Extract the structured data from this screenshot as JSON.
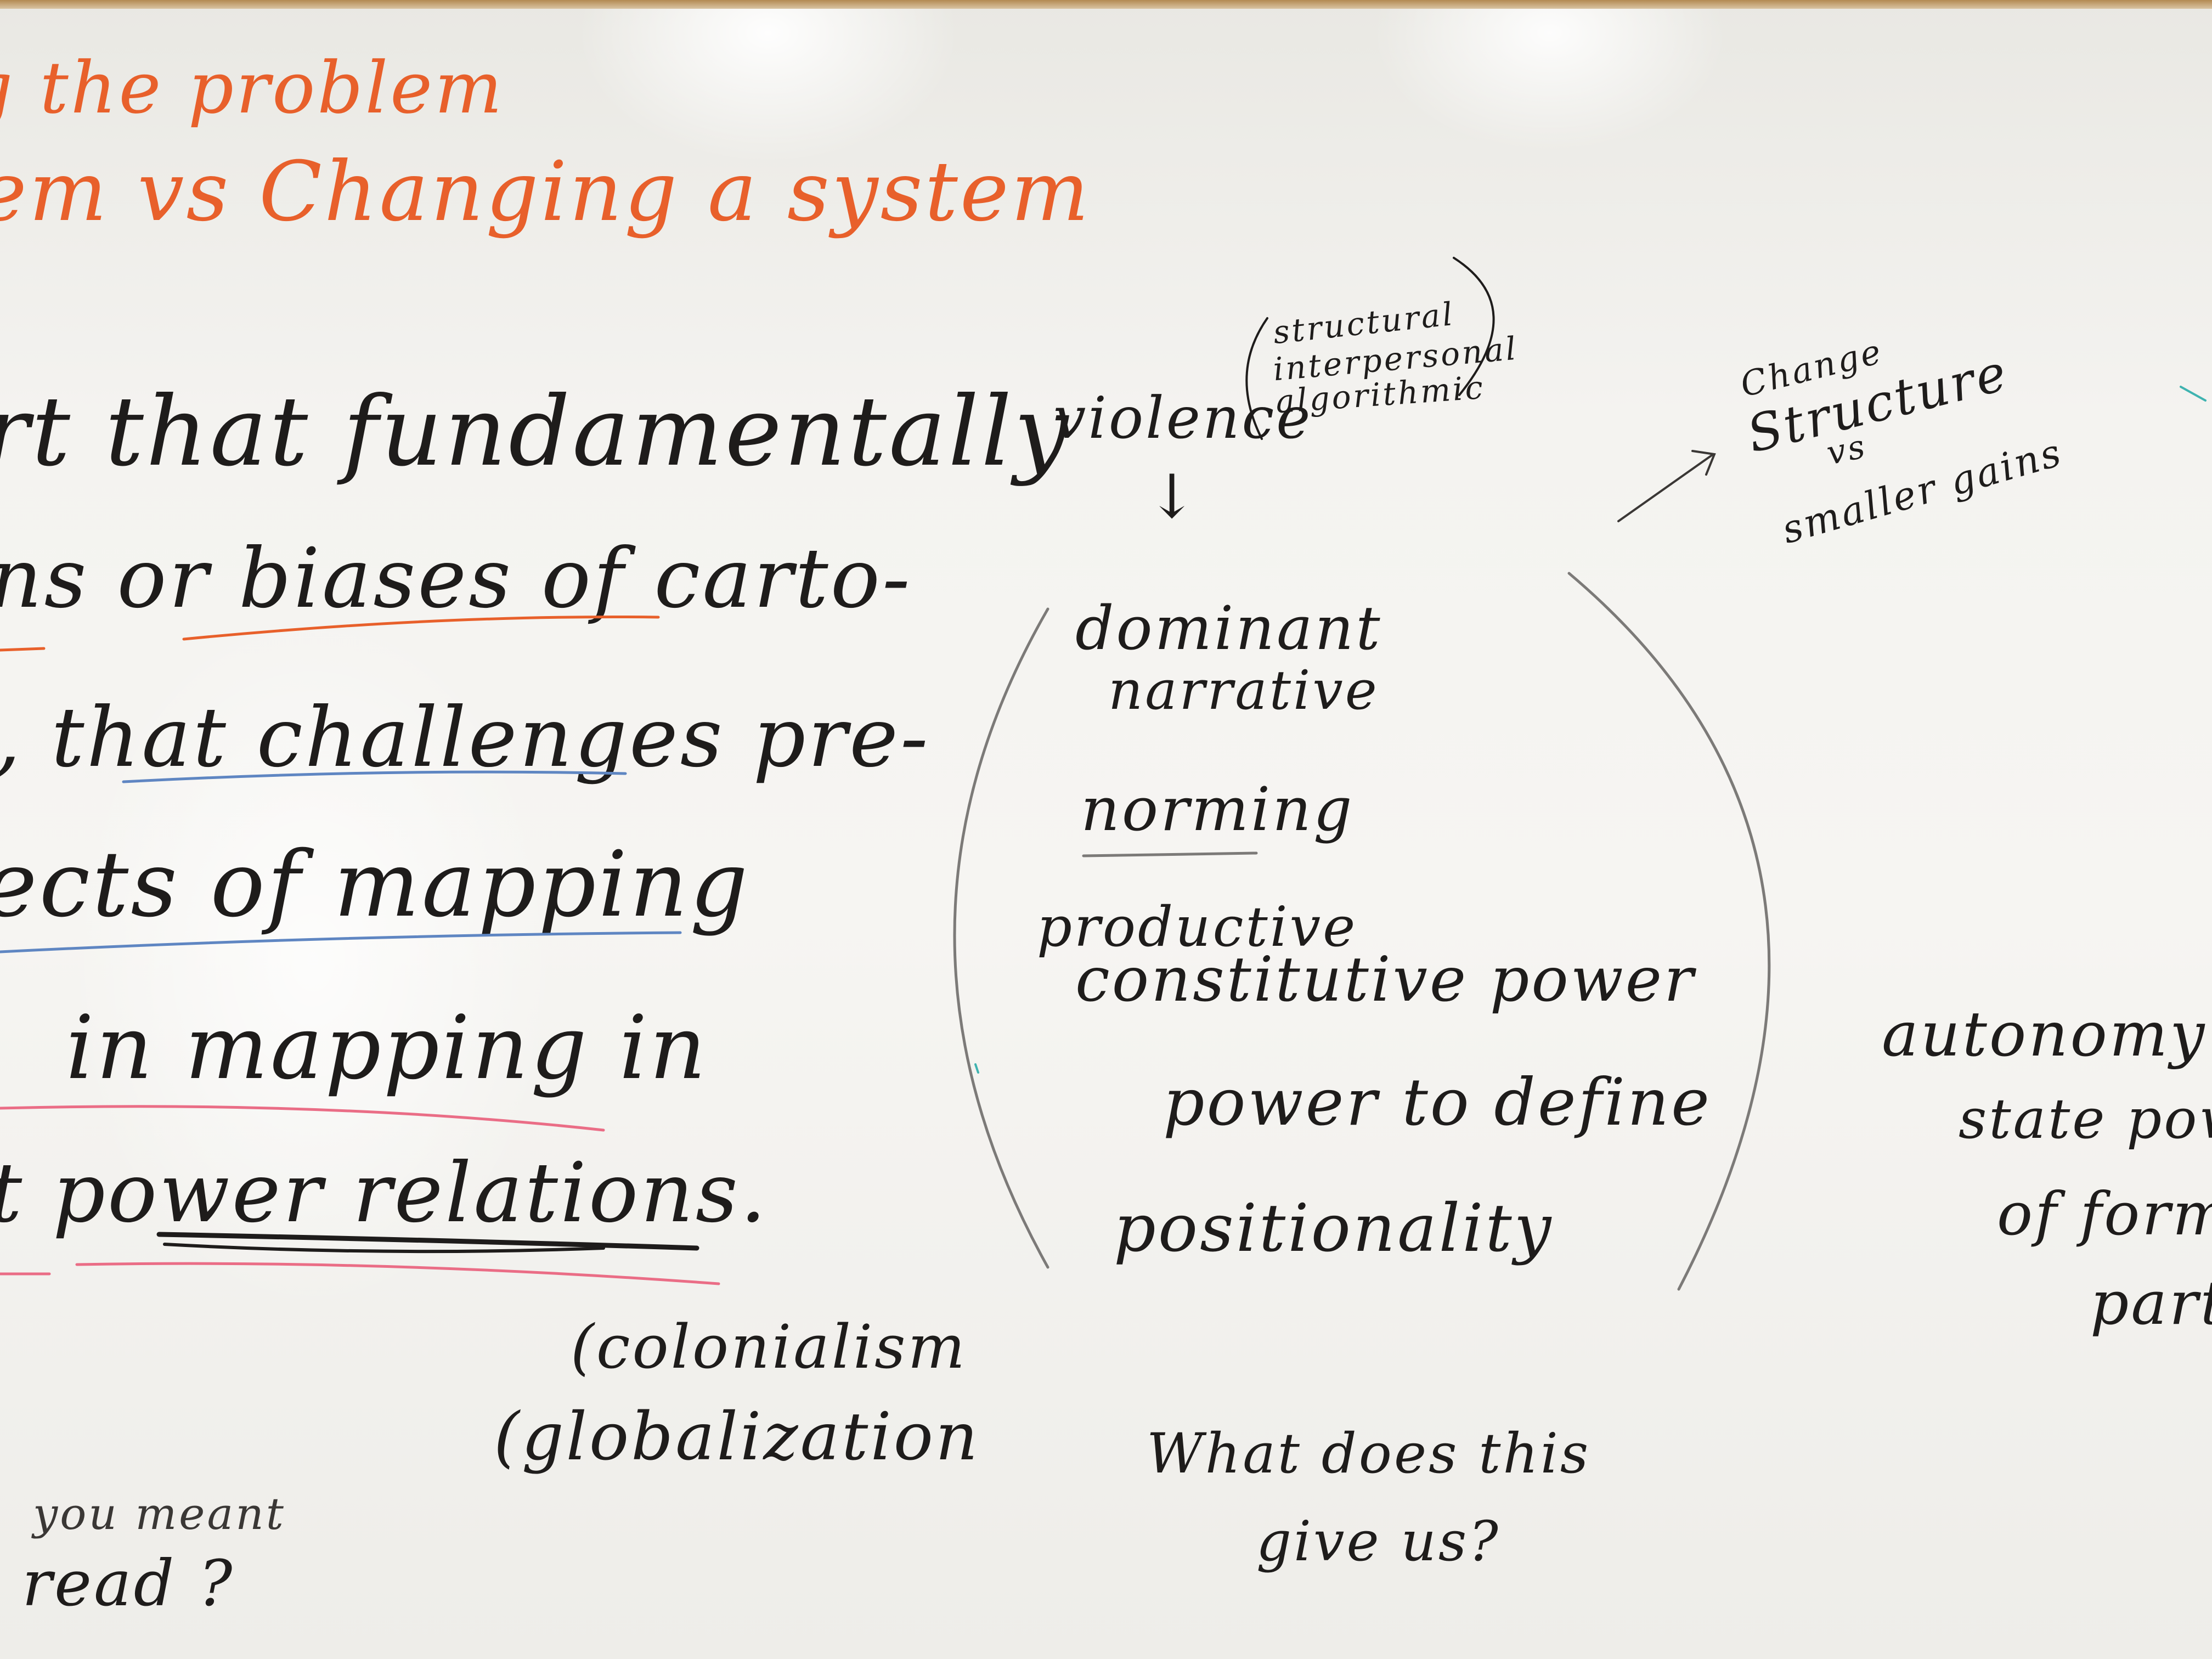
{
  "colors": {
    "board": "#f4f3f0",
    "orange_marker": "#e8602b",
    "black_marker": "#1e1c1b",
    "blue_marker": "#5f86c2",
    "red_marker": "#ea6d86",
    "grey_pencil": "#7c7a78"
  },
  "orange_heading": {
    "line1": "g the problem",
    "line2": "em vs Changing a system"
  },
  "left_block": {
    "l1": "rt that fundamentally",
    "l2": "ns or biases of carto-",
    "l3": ", that challenges pre-",
    "l4": "ects of mapping",
    "l5": "in mapping in",
    "l6": "t power relations."
  },
  "colonialism_note": {
    "l1": "(colonialism",
    "l2": "(globalization"
  },
  "margin_note": {
    "l1": "you meant",
    "l2": "read ?"
  },
  "center": {
    "violence": "violence",
    "violence_types": [
      "structural",
      "interpersonal",
      "algorithmic"
    ],
    "arrow_down": "↓",
    "list": [
      "dominant",
      "narrative",
      "norming",
      "productive",
      "constitutive power",
      "power to define",
      "positionality"
    ],
    "question_l1": "What does this",
    "question_l2": "give us?"
  },
  "right_top": {
    "l1": "Change",
    "l2": "Structure",
    "l3": "vs",
    "l4": "smaller gains"
  },
  "right_side": {
    "l1": "autonomy -",
    "l2": "state pow",
    "l3": "of formal",
    "l4": "parti"
  }
}
